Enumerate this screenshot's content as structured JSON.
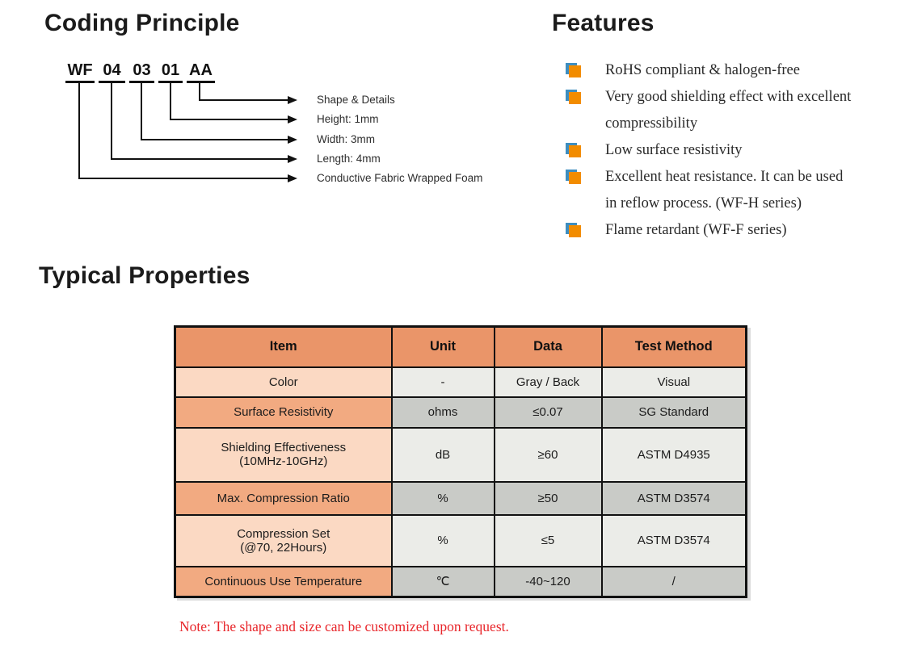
{
  "coding": {
    "title": "Coding Principle",
    "code_segments": [
      "WF",
      "04",
      "03",
      "01",
      "AA"
    ],
    "labels": [
      "Shape & Details",
      "Height: 1mm",
      "Width: 3mm",
      "Length: 4mm",
      "Conductive Fabric Wrapped Foam"
    ]
  },
  "features": {
    "title": "Features",
    "items": [
      "RoHS compliant & halogen-free",
      "Very good shielding effect with excellent compressibility",
      "Low surface resistivity",
      "Excellent heat resistance. It can be used in reflow process. (WF-H series)",
      "Flame retardant (WF-F series)"
    ],
    "bullet_colors": {
      "orange": "#F28C00",
      "blue": "#3E8EC0"
    }
  },
  "properties": {
    "title": "Typical Properties",
    "table": {
      "headers": [
        "Item",
        "Unit",
        "Data",
        "Test Method"
      ],
      "header_bg": "#EA9569",
      "rows": [
        {
          "item": "Color",
          "unit": "-",
          "data": "Gray / Back",
          "method": "Visual"
        },
        {
          "item": "Surface Resistivity",
          "unit": "ohms",
          "data": "≤0.07",
          "method": "SG Standard"
        },
        {
          "item": "Shielding Effectiveness",
          "item2": "(10MHz-10GHz)",
          "unit": "dB",
          "data": "≥60",
          "method": "ASTM D4935"
        },
        {
          "item": "Max. Compression Ratio",
          "unit": "%",
          "data": "≥50",
          "method": "ASTM D3574"
        },
        {
          "item": "Compression Set",
          "item2": "(@70, 22Hours)",
          "unit": "%",
          "data": "≤5",
          "method": "ASTM D3574"
        },
        {
          "item": "Continuous Use Temperature",
          "unit": "℃",
          "data": "-40~120",
          "method": "/"
        }
      ]
    },
    "note": "Note: The shape and size can be customized upon request.",
    "note_color": "#E8262B"
  }
}
